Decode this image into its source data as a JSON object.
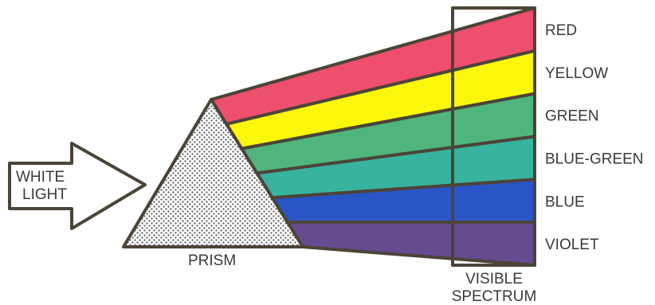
{
  "arrow_label": [
    "WHITE",
    "LIGHT"
  ],
  "prism_label": "PRISM",
  "spectrum_label": [
    "VISIBLE",
    "SPECTRUM"
  ],
  "bands": [
    {
      "name": "RED",
      "color": "#ee4f6c"
    },
    {
      "name": "YELLOW",
      "color": "#fbf70a"
    },
    {
      "name": "GREEN",
      "color": "#4fb57c"
    },
    {
      "name": "BLUE-GREEN",
      "color": "#37b39e"
    },
    {
      "name": "BLUE",
      "color": "#2a55c6"
    },
    {
      "name": "VIOLET",
      "color": "#654b90"
    }
  ],
  "colors": {
    "outline": "#4b4438",
    "prism_fill": "#ffffff",
    "prism_dots": "#6a6a6a",
    "text": "#3a3a3a"
  }
}
